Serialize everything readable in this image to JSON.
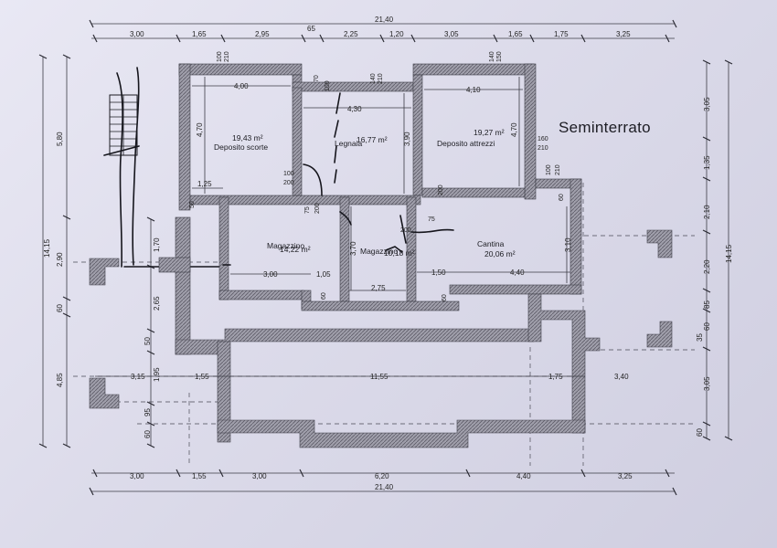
{
  "title": "Seminterrato",
  "total_width": "21,40",
  "total_height": "14,15",
  "top_dims": [
    "3,00",
    "1,65",
    "2,95",
    "65",
    "2,25",
    "1,20",
    "3,05",
    "1,65",
    "1,75",
    "3,25"
  ],
  "bottom_dims": [
    "3,00",
    "1,55",
    "3,00",
    "6,20",
    "4,40",
    "3,25"
  ],
  "left_outer_dims": [
    "5,80",
    "2,90",
    "60",
    "4,85"
  ],
  "left_inner_dims": [
    "1,70",
    "2,65",
    "50",
    "1,95",
    "95",
    "60"
  ],
  "right_outer_dims": [
    "3,05",
    "1,35",
    "2,10",
    "2,20",
    "85",
    "35",
    "60",
    "3,05",
    "60"
  ],
  "rooms": {
    "deposito_scorte": {
      "name": "Deposito scorte",
      "area": "19,43 m²"
    },
    "legnaia": {
      "name": "Legnaia",
      "area": "16,77 m²"
    },
    "deposito_attrezzi": {
      "name": "Deposito attrezzi",
      "area": "19,27 m²"
    },
    "magazzino_1": {
      "name": "Magazzino",
      "area": "14,22 m²"
    },
    "magazzino_2": {
      "name": "Magazzino",
      "area": "10,18 m²"
    },
    "cantina": {
      "name": "Cantina",
      "area": "20,06 m²"
    }
  },
  "interior_dims": {
    "d_4_00": "4,00",
    "d_4_30": "4,30",
    "d_4_10": "4,10",
    "d_4_70_a": "4,70",
    "d_4_70_b": "4,70",
    "d_1_25": "1,25",
    "d_3_90": "3,90",
    "d_3_70": "3,70",
    "d_3_00": "3,00",
    "d_1_05": "1,05",
    "d_2_75": "2,75",
    "d_1_50": "1,50",
    "d_4_40": "4,40",
    "d_3_10": "3,10",
    "d_3_15": "3,15",
    "d_1_55": "1,55",
    "d_11_55": "11,55",
    "d_1_75": "1,75",
    "d_3_40": "3,40"
  },
  "openings": {
    "o100a": "100",
    "o210a": "210",
    "o70": "70",
    "o100b": "100",
    "o140a": "140",
    "o210b": "210",
    "o140b": "140",
    "o150": "150",
    "o100c": "100",
    "o200a": "200",
    "o160": "160",
    "o210c": "210",
    "o100d": "100",
    "o210d": "210",
    "o200b": "200",
    "o75a": "75",
    "o200c": "200",
    "o75b": "75",
    "o200d": "200",
    "o60a": "60",
    "o60b": "60",
    "o60c": "60",
    "o50": "50"
  }
}
